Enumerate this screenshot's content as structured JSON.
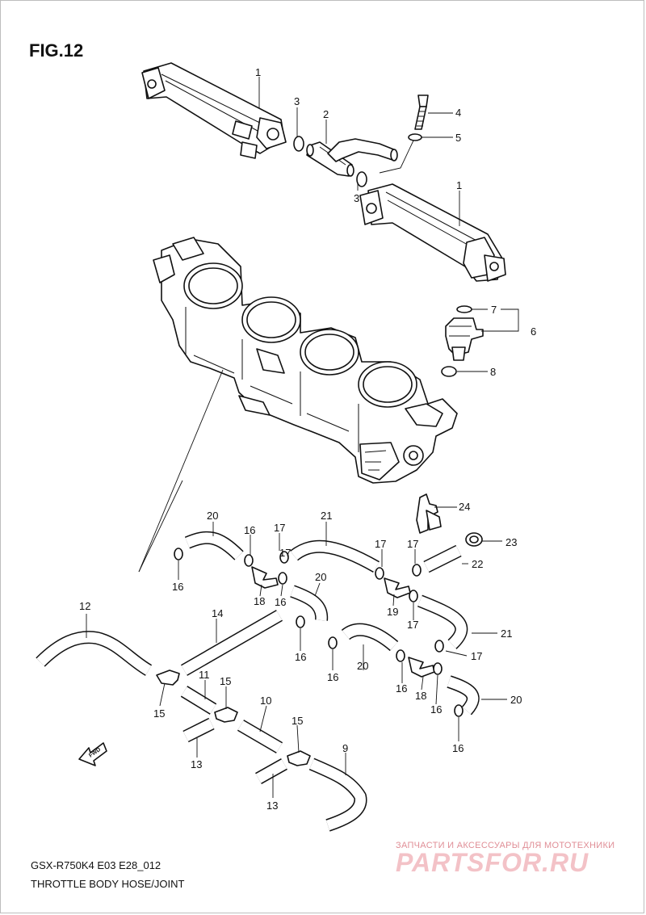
{
  "figure": {
    "title": "FIG.12",
    "caption_model": "GSX-R750K4 E03 E28_012",
    "caption_name": "THROTTLE BODY HOSE/JOINT"
  },
  "watermark": {
    "line1": "ЗАПЧАСТИ И АКСЕССУАРЫ ДЛЯ МОТОТЕХНИКИ",
    "logo": "PARTSFOR.RU",
    "color": "#e0808a"
  },
  "fwd_symbol": "FWD",
  "callouts": [
    "1",
    "3",
    "2",
    "4",
    "5",
    "3",
    "1",
    "7",
    "6",
    "8",
    "24",
    "23",
    "20",
    "16",
    "17",
    "21",
    "17",
    "17",
    "22",
    "16",
    "18",
    "16",
    "20",
    "17",
    "19",
    "17",
    "12",
    "14",
    "16",
    "16",
    "20",
    "21",
    "17",
    "16",
    "18",
    "16",
    "11",
    "15",
    "20",
    "15",
    "10",
    "16",
    "15",
    "13",
    "9",
    "13"
  ]
}
